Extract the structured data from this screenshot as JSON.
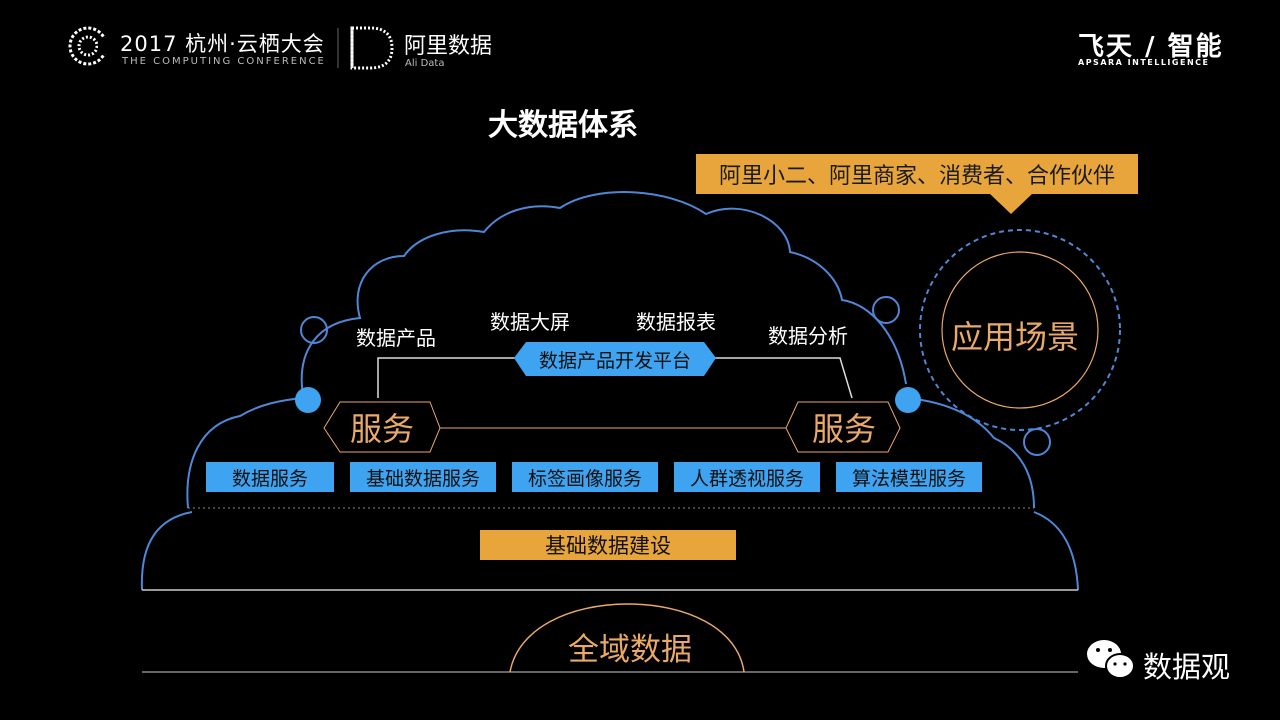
{
  "header": {
    "conference_title": "2017 杭州·云栖大会",
    "conference_subtitle": "THE COMPUTING CONFERENCE",
    "ali_data_title": "阿里数据",
    "ali_data_subtitle": "Ali Data",
    "ali_data_logo_letter": "D",
    "apsara_title": "飞天 / 智能",
    "apsara_subtitle": "APSARA INTELLIGENCE"
  },
  "diagram": {
    "title": "大数据体系",
    "users": "阿里小二、阿里商家、消费者、合作伙伴",
    "application": "应用场景",
    "products": [
      "数据产品",
      "数据大屏",
      "数据报表",
      "数据分析"
    ],
    "platform": "数据产品开发平台",
    "service_left": "服务",
    "service_right": "服务",
    "services": [
      "数据服务",
      "基础数据服务",
      "标签画像服务",
      "人群透视服务",
      "算法模型服务"
    ],
    "foundation": "基础数据建设",
    "global_data": "全域数据"
  },
  "watermark": {
    "label": "数据观",
    "icon": "wechat-icon"
  },
  "colors": {
    "background": "#000000",
    "accent_orange": "#e7a53c",
    "text_orange": "#e9a968",
    "service_blue": "#3ea3f0",
    "cloud_outline": "#4f87d6"
  }
}
